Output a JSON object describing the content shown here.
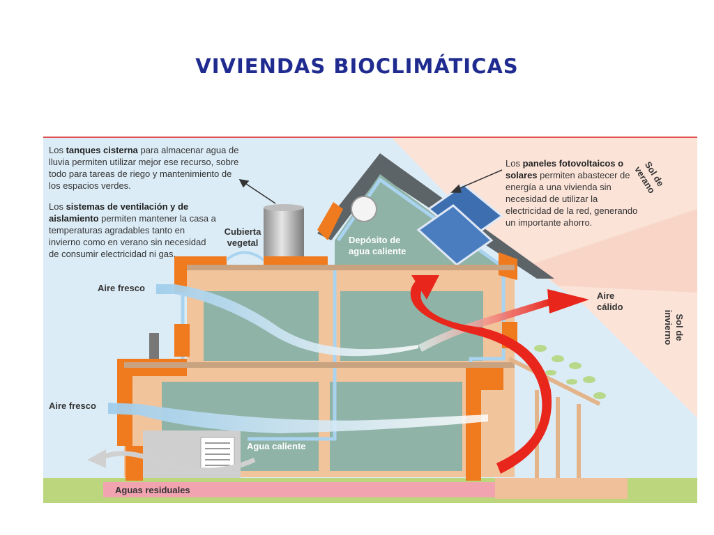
{
  "title": "VIVIENDAS BIOCLIMÁTICAS",
  "labels": {
    "tanques": {
      "pre": "Los ",
      "bold": "tanques cisterna",
      "post": " para almacenar agua de lluvia permiten utilizar mejor ese recurso, sobre todo para tareas de riego y mantenimiento de los espacios verdes."
    },
    "ventilacion": {
      "pre": "Los ",
      "bold": "sistemas de ventilación y de aislamiento",
      "post": " permiten mantener la casa a temperaturas agradables tanto en invierno como en verano sin necesidad de consumir electricidad ni gas."
    },
    "paneles": {
      "pre": "Los ",
      "bold": "paneles fotovoltaicos o solares",
      "post": " permiten abastecer de energía a una vivienda sin necesidad de utilizar la electricidad de la red, generando un importante ahorro."
    },
    "cubierta": "Cubierta vegetal",
    "deposito": "Depósito de agua caliente",
    "aire_fresco_1": "Aire fresco",
    "aire_fresco_2": "Aire fresco",
    "aire_calido": "Aire cálido",
    "agua_caliente": "Agua caliente",
    "aguas_residuales": "Aguas residuales",
    "sol_verano": "Sol de verano",
    "sol_invierno": "Sol de invierno"
  },
  "colors": {
    "title": "#1f2b8f",
    "sky": "#dcecf6",
    "orange": "#f07a1e",
    "frame": "#f2c49b",
    "room": "#8fb3a6",
    "red_arrow": "#e8261c",
    "blue_arrow": "#a9d3ef",
    "ground": "#bcd67e",
    "sewage": "#f2a3b0"
  }
}
